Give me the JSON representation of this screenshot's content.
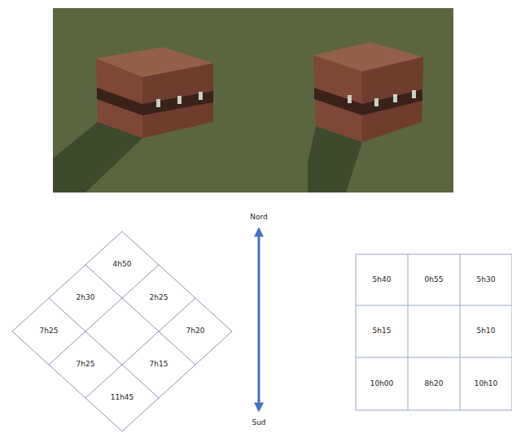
{
  "diagram": {
    "labels": [
      "Nord",
      "4h50",
      "2h30",
      "2h25",
      "7h25",
      "7h20",
      "7h25",
      "7h15",
      "11h45",
      "5h40",
      "0h55",
      "5h30",
      "5h15",
      "5h10",
      "10h00",
      "8h20",
      "10h10",
      "Sud"
    ]
  }
}
